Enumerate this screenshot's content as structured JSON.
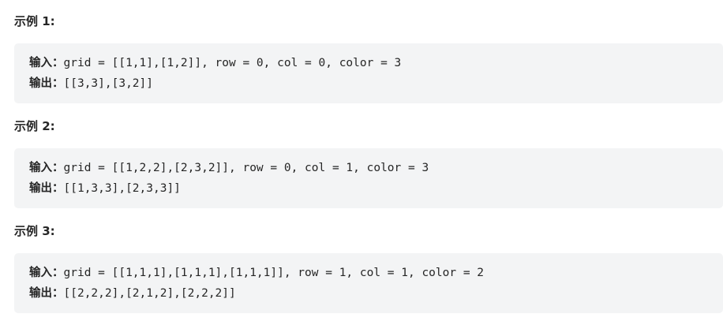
{
  "examples": [
    {
      "title": "示例 1:",
      "input_label": "输入：",
      "input_value": "grid = [[1,1],[1,2]], row = 0, col = 0, color = 3",
      "output_label": "输出：",
      "output_value": "[[3,3],[3,2]]"
    },
    {
      "title": "示例 2:",
      "input_label": "输入：",
      "input_value": "grid = [[1,2,2],[2,3,2]], row = 0, col = 1, color = 3",
      "output_label": "输出：",
      "output_value": "[[1,3,3],[2,3,3]]"
    },
    {
      "title": "示例 3:",
      "input_label": "输入：",
      "input_value": "grid = [[1,1,1],[1,1,1],[1,1,1]], row = 1, col = 1, color = 2",
      "output_label": "输出：",
      "output_value": "[[2,2,2],[2,1,2],[2,2,2]]"
    }
  ]
}
